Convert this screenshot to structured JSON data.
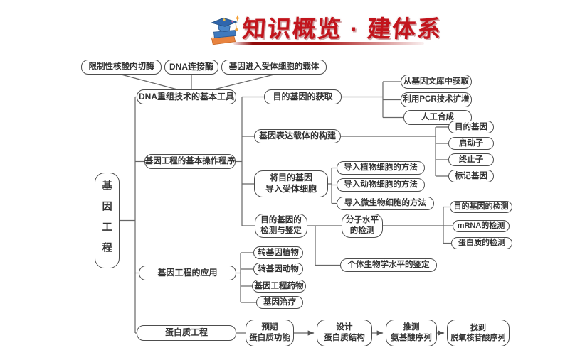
{
  "header": {
    "title": "知识概览 · 建体系",
    "icon": "graduation-cap-books-icon",
    "title_color": "#c2141c",
    "underline_color": "#8f0b0b"
  },
  "diagram": {
    "root_label": "基因工程",
    "branch_tools": {
      "label": "DNA重组技术的基本工具",
      "tools": [
        "限制性核酸内切酶",
        "DNA连接酶",
        "基因进入受体细胞的载体"
      ]
    },
    "branch_procedure": {
      "label": "基因工程的基本操作程序",
      "steps": [
        {
          "label": "目的基因的获取",
          "methods": [
            "从基因文库中获取",
            "利用PCR技术扩增",
            "人工合成"
          ]
        },
        {
          "label": "基因表达载体的构建",
          "parts": [
            "目的基因",
            "启动子",
            "终止子",
            "标记基因"
          ]
        },
        {
          "label": "将目的基因\n导入受体细胞",
          "methods": [
            "导入植物细胞的方法",
            "导入动物细胞的方法",
            "导入微生物细胞的方法"
          ]
        },
        {
          "label": "目的基因的\n检测与鉴定",
          "molecular": {
            "label": "分子水平\n的检测",
            "checks": [
              "目的基因的检测",
              "mRNA的检测",
              "蛋白质的检测"
            ]
          },
          "individual": "个体生物学水平的鉴定"
        }
      ]
    },
    "branch_application": {
      "label": "基因工程的应用",
      "items": [
        "转基因植物",
        "转基因动物",
        "基因工程药物",
        "基因治疗"
      ]
    },
    "branch_protein": {
      "label": "蛋白质工程",
      "flow": [
        "预期\n蛋白质功能",
        "设计\n蛋白质结构",
        "推测\n氨基酸序列",
        "找到\n脱氧核苷酸序列"
      ]
    }
  }
}
